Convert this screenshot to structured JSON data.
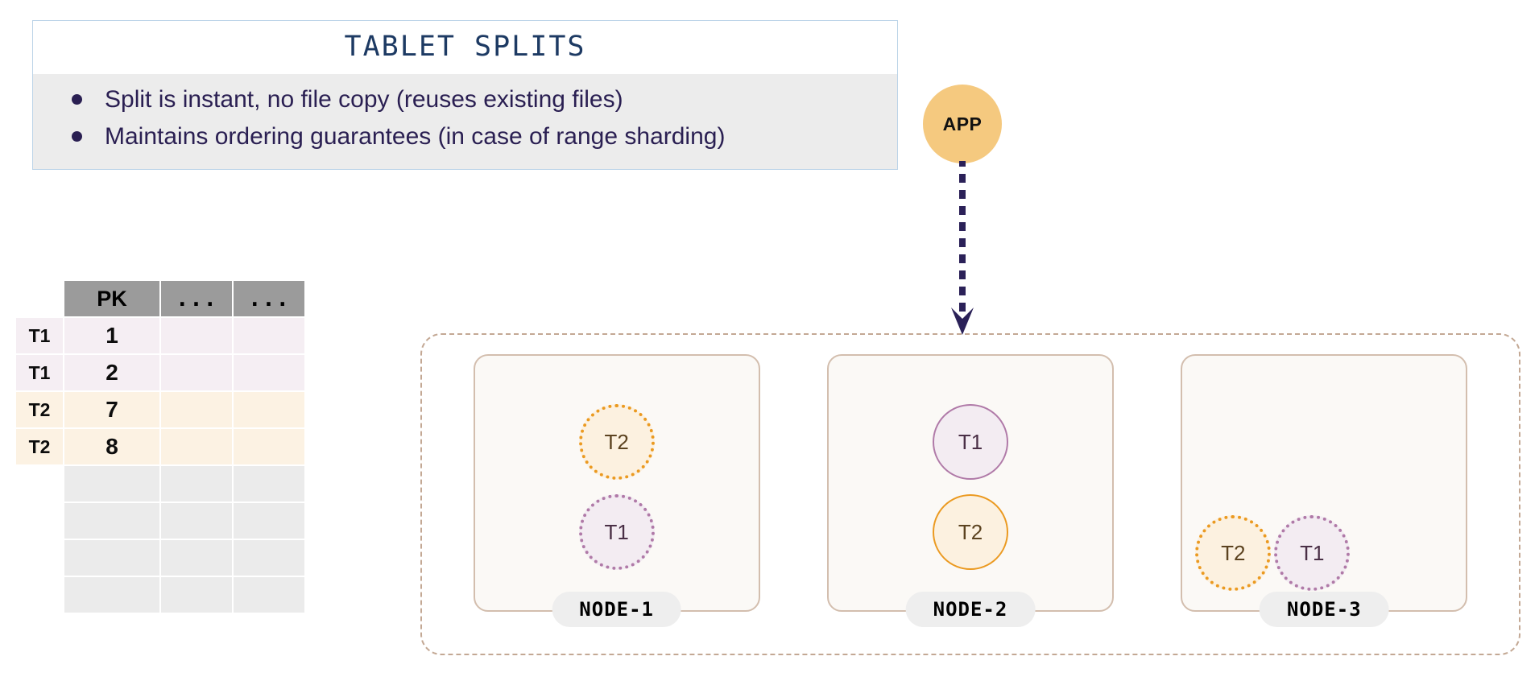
{
  "callout": {
    "title": "TABLET SPLITS",
    "bullets": [
      "Split is instant, no file copy (reuses existing files)",
      "Maintains ordering guarantees (in case of range sharding)"
    ],
    "border_color": "#bcd4e8",
    "body_bg": "#ececec",
    "title_color": "#1d3a63",
    "text_color": "#2a1f52"
  },
  "table": {
    "headers": [
      "PK",
      "...",
      "..."
    ],
    "rows": [
      {
        "row_label": "T1",
        "pk": "1",
        "c2": "",
        "c3": "",
        "tint": "t1"
      },
      {
        "row_label": "T1",
        "pk": "2",
        "c2": "",
        "c3": "",
        "tint": "t1"
      },
      {
        "row_label": "T2",
        "pk": "7",
        "c2": "",
        "c3": "",
        "tint": "t2"
      },
      {
        "row_label": "T2",
        "pk": "8",
        "c2": "",
        "c3": "",
        "tint": "t2"
      },
      {
        "row_label": "",
        "pk": "",
        "c2": "",
        "c3": "",
        "tint": "empty"
      },
      {
        "row_label": "",
        "pk": "",
        "c2": "",
        "c3": "",
        "tint": "empty"
      },
      {
        "row_label": "",
        "pk": "",
        "c2": "",
        "c3": "",
        "tint": "empty"
      },
      {
        "row_label": "",
        "pk": "",
        "c2": "",
        "c3": "",
        "tint": "empty"
      }
    ],
    "header_bg": "#9b9b9b",
    "t1_color": "#f5eef3",
    "t2_color": "#fcf2e3",
    "empty_color": "#ebebeb"
  },
  "app": {
    "label": "APP",
    "circle_color": "#f5c97f",
    "arrow_color": "#2b2158"
  },
  "cluster": {
    "border_color": "#c3a894",
    "nodes": [
      {
        "label": "NODE-1",
        "layout": "column",
        "tablets": [
          {
            "label": "T2",
            "kind": "t2",
            "border": "dotted"
          },
          {
            "label": "T1",
            "kind": "t1",
            "border": "dotted"
          }
        ]
      },
      {
        "label": "NODE-2",
        "layout": "column",
        "tablets": [
          {
            "label": "T1",
            "kind": "t1",
            "border": "solid"
          },
          {
            "label": "T2",
            "kind": "t2",
            "border": "solid"
          }
        ]
      },
      {
        "label": "NODE-3",
        "layout": "row",
        "tablets": [
          {
            "label": "T2",
            "kind": "t2",
            "border": "dotted"
          },
          {
            "label": "T1",
            "kind": "t1",
            "border": "dotted"
          }
        ]
      }
    ]
  }
}
